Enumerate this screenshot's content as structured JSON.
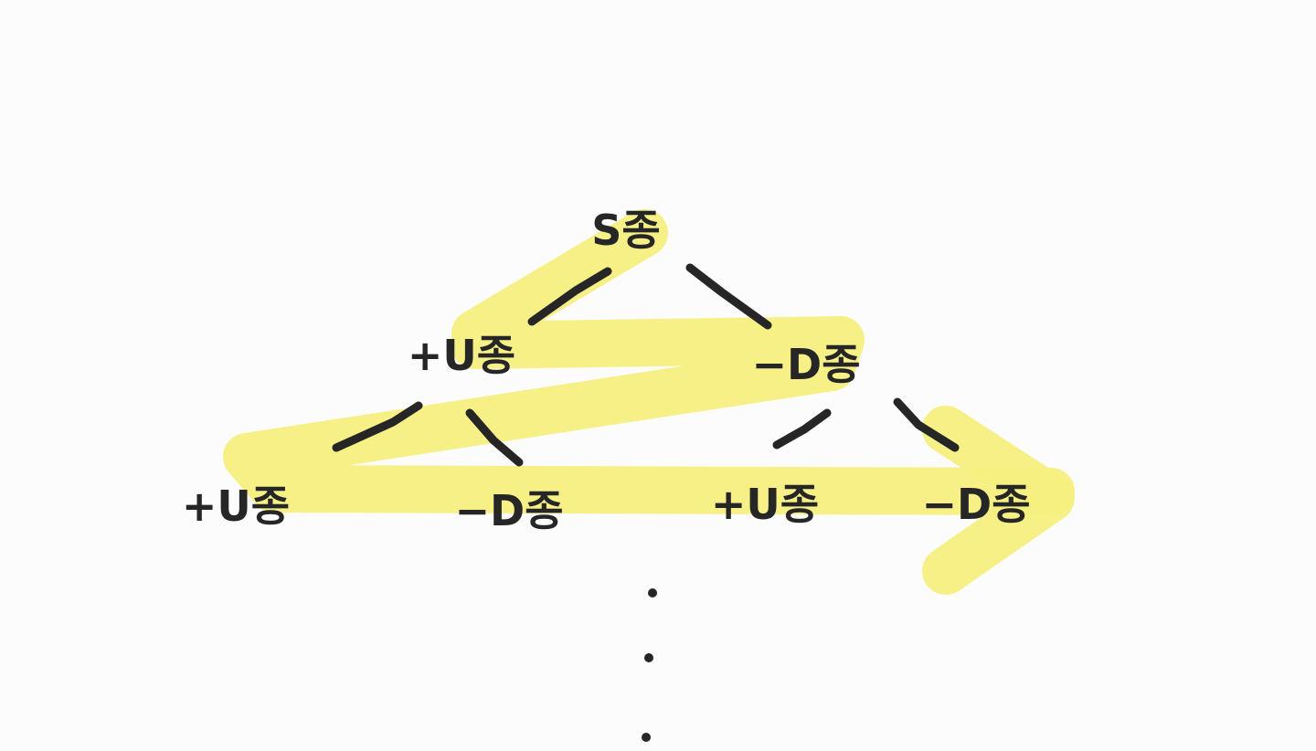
{
  "diagram": {
    "colors": {
      "ink": "#262626",
      "highlight": "#f6ef80",
      "background": "#fcfcfc"
    },
    "nodes": [
      {
        "id": "root",
        "level": 0,
        "label": "S종"
      },
      {
        "id": "l1-left",
        "level": 1,
        "label": "+U종"
      },
      {
        "id": "l1-right",
        "level": 1,
        "label": "−D종"
      },
      {
        "id": "l2-1",
        "level": 2,
        "label": "+U종"
      },
      {
        "id": "l2-2",
        "level": 2,
        "label": "−D종"
      },
      {
        "id": "l2-3",
        "level": 2,
        "label": "+U종"
      },
      {
        "id": "l2-4",
        "level": 2,
        "label": "−D종"
      }
    ],
    "edges": [
      [
        "root",
        "l1-left"
      ],
      [
        "root",
        "l1-right"
      ],
      [
        "l1-left",
        "l2-1"
      ],
      [
        "l1-left",
        "l2-2"
      ],
      [
        "l1-right",
        "l2-3"
      ],
      [
        "l1-right",
        "l2-4"
      ]
    ],
    "continuation": "⋮",
    "traversal": "breadth-first (level order) zig-zag highlight ending in arrow"
  }
}
